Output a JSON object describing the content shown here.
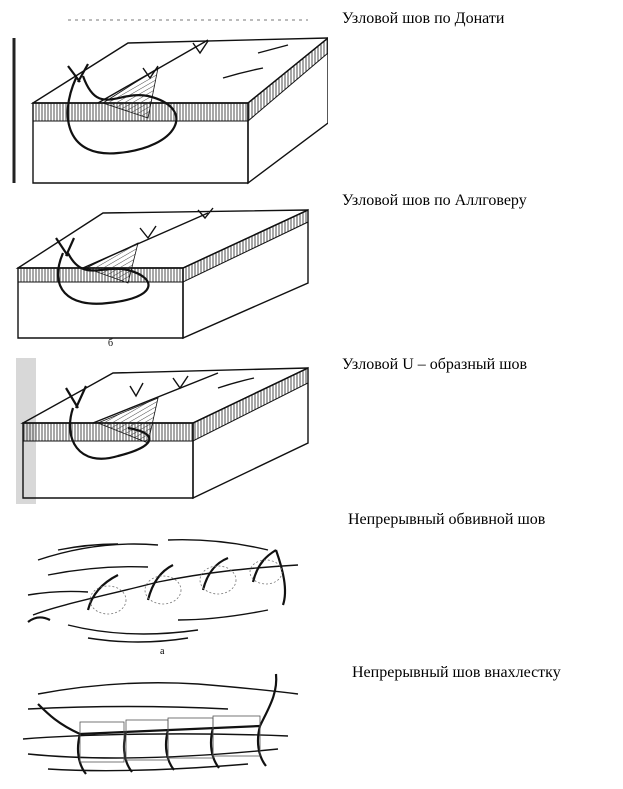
{
  "captions": [
    "Узловой шов по Донати",
    "Узловой шов по Аллговеру",
    "Узловой U – образный шов",
    "Непрерывный обвивной шов",
    "Непрерывный шов внахлестку"
  ],
  "figure_letters": {
    "fig2": "б",
    "fig4": "а"
  }
}
